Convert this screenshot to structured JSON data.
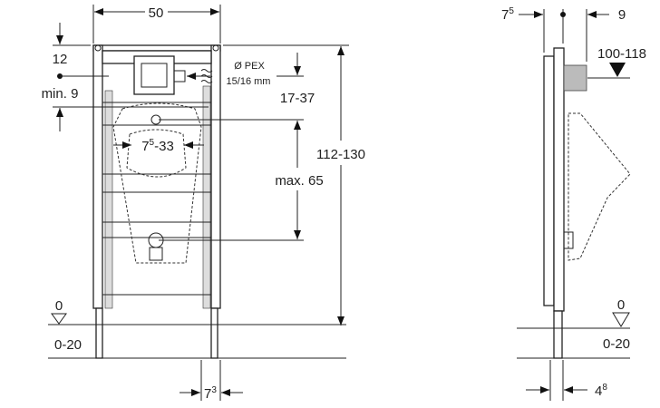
{
  "front_view": {
    "width_label": "50",
    "height_label": "112-130",
    "top_offset_label": "12",
    "min_label": "min. 9",
    "pex_label": "Ø PEX",
    "pex_size_label": "15/16 mm",
    "inlet_range_label": "17-37",
    "max_label": "max. 65",
    "bracket_range_base": "7",
    "bracket_range_sup": "5",
    "bracket_range_rest": "-33",
    "floor_zero_label": "0",
    "floor_range_label": "0-20",
    "leg_width_base": "7",
    "leg_width_sup": "3"
  },
  "side_view": {
    "depth_left_base": "7",
    "depth_left_sup": "5",
    "depth_right_label": "9",
    "height_range_label": "100-118",
    "floor_zero_label": "0",
    "floor_range_label": "0-20",
    "leg_width_base": "4",
    "leg_width_sup": "8"
  }
}
